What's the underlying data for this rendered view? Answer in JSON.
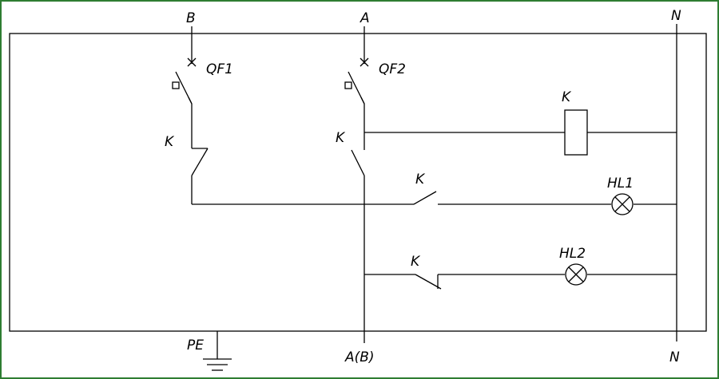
{
  "labels": {
    "terminal_b": "B",
    "terminal_a": "A",
    "terminal_n_top": "N",
    "breaker_1": "QF1",
    "breaker_2": "QF2",
    "contact_k_left": "K",
    "contact_k_mid": "K",
    "relay_coil": "K",
    "contact_k_no": "K",
    "contact_k_nc": "K",
    "lamp_1": "HL1",
    "lamp_2": "HL2",
    "ground": "PE",
    "return_terminal": "A(B)",
    "terminal_n_bottom": "N"
  },
  "colors": {
    "frame": "#2e7d32",
    "wire": "#000000",
    "background": "#ffffff"
  }
}
